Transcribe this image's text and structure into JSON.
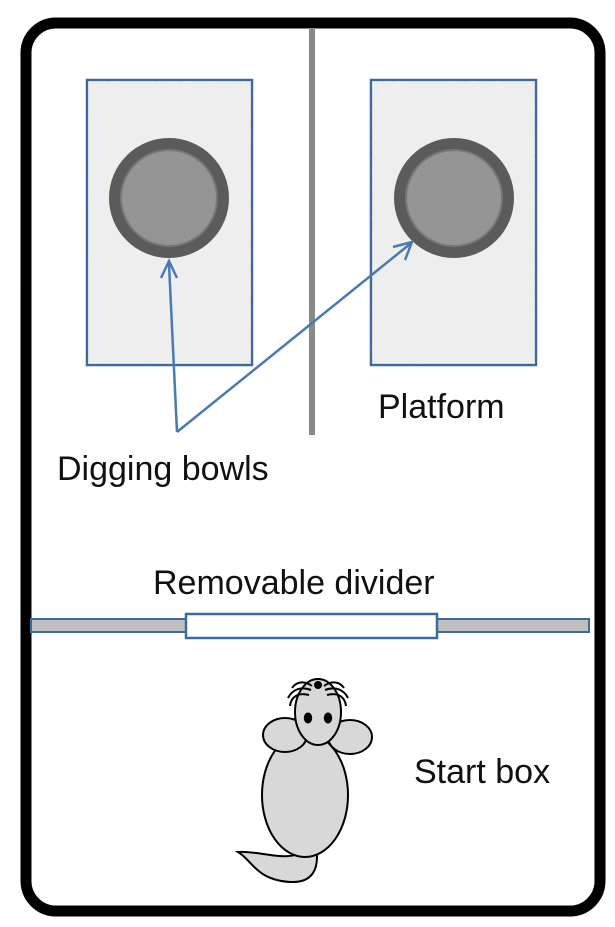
{
  "labels": {
    "platform": "Platform",
    "digging_bowls": "Digging bowls",
    "removable_divider": "Removable divider",
    "start_box": "Start box"
  },
  "colors": {
    "outline": "#000000",
    "divider_gray": "#8a8a8a",
    "arrow_blue": "#4a7ab0",
    "platform_border": "#3b6aa0",
    "bowl_rim": "#5b5b5b",
    "mouse_fill": "#d8d8d8"
  }
}
